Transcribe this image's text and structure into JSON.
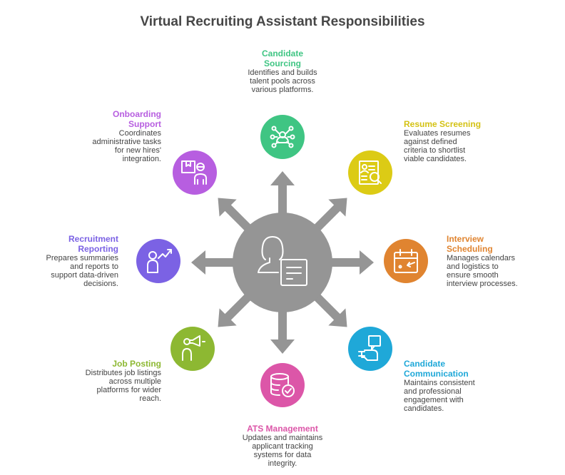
{
  "title": "Virtual Recruiting Assistant Responsibilities",
  "center": {
    "icon": "recruiter-document-icon",
    "color": "#959595"
  },
  "nodes": [
    {
      "key": "sourcing",
      "title_lines": [
        "Candidate",
        "Sourcing"
      ],
      "desc": "Identifies and builds talent pools across various platforms.",
      "color": "#3fc583",
      "icon": "network-people-icon"
    },
    {
      "key": "resume",
      "title_lines": [
        "Resume Screening"
      ],
      "desc": "Evaluates resumes against defined criteria to shortlist viable candidates.",
      "color": "#dccb15",
      "icon": "resume-search-icon"
    },
    {
      "key": "interview",
      "title_lines": [
        "Interview",
        "Scheduling"
      ],
      "desc": "Manages calendars and logistics to ensure smooth interview processes.",
      "color": "#e08430",
      "icon": "calendar-icon"
    },
    {
      "key": "communication",
      "title_lines": [
        "Candidate",
        "Communication"
      ],
      "desc": "Maintains consistent and professional engagement with candidates.",
      "color": "#1fa8d8",
      "icon": "chat-hand-icon"
    },
    {
      "key": "ats",
      "title_lines": [
        "ATS Management"
      ],
      "desc": "Updates and maintains applicant tracking systems for data integrity.",
      "color": "#dc56a8",
      "icon": "database-check-icon"
    },
    {
      "key": "jobposting",
      "title_lines": [
        "Job Posting"
      ],
      "desc": "Distributes job listings across multiple platforms for wider reach.",
      "color": "#8db832",
      "icon": "megaphone-person-icon"
    },
    {
      "key": "reporting",
      "title_lines": [
        "Recruitment",
        "Reporting"
      ],
      "desc": "Prepares summaries and reports to support data-driven decisions.",
      "color": "#7b62e4",
      "icon": "person-chart-icon"
    },
    {
      "key": "onboarding",
      "title_lines": [
        "Onboarding",
        "Support"
      ],
      "desc": "Coordinates administrative tasks for new hires' integration.",
      "color": "#b75ee0",
      "icon": "box-person-icon"
    }
  ]
}
